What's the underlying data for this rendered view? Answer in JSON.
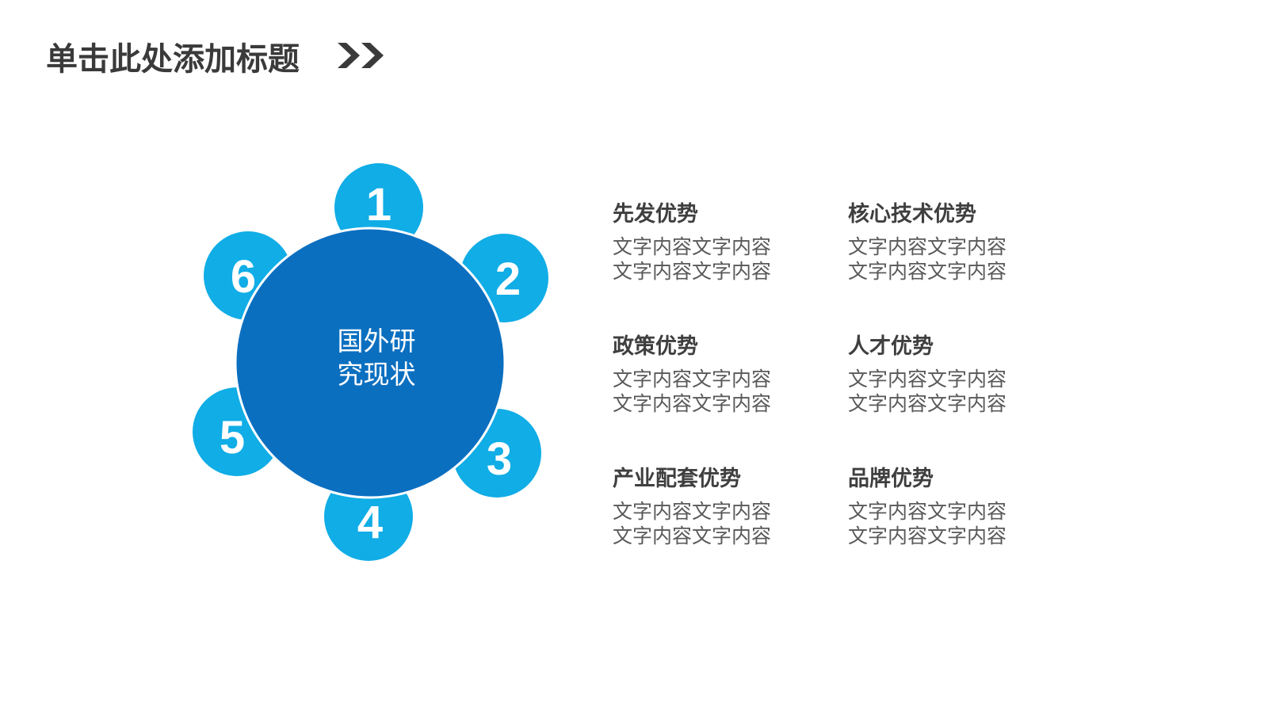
{
  "slide": {
    "title": "单击此处添加标题"
  },
  "diagram": {
    "center_line1": "国外研",
    "center_line2": "究现状",
    "numbers": [
      "1",
      "2",
      "3",
      "4",
      "5",
      "6"
    ],
    "colors": {
      "center": "#0B6FC0",
      "petal": "#10ADE6",
      "title": "#3A3A3A"
    }
  },
  "items": [
    {
      "title": "先发优势",
      "line1": "文字内容文字内容",
      "line2": "文字内容文字内容"
    },
    {
      "title": "核心技术优势",
      "line1": "文字内容文字内容",
      "line2": "文字内容文字内容"
    },
    {
      "title": "政策优势",
      "line1": "文字内容文字内容",
      "line2": "文字内容文字内容"
    },
    {
      "title": "人才优势",
      "line1": "文字内容文字内容",
      "line2": "文字内容文字内容"
    },
    {
      "title": "产业配套优势",
      "line1": "文字内容文字内容",
      "line2": "文字内容文字内容"
    },
    {
      "title": "品牌优势",
      "line1": "文字内容文字内容",
      "line2": "文字内容文字内容"
    }
  ]
}
